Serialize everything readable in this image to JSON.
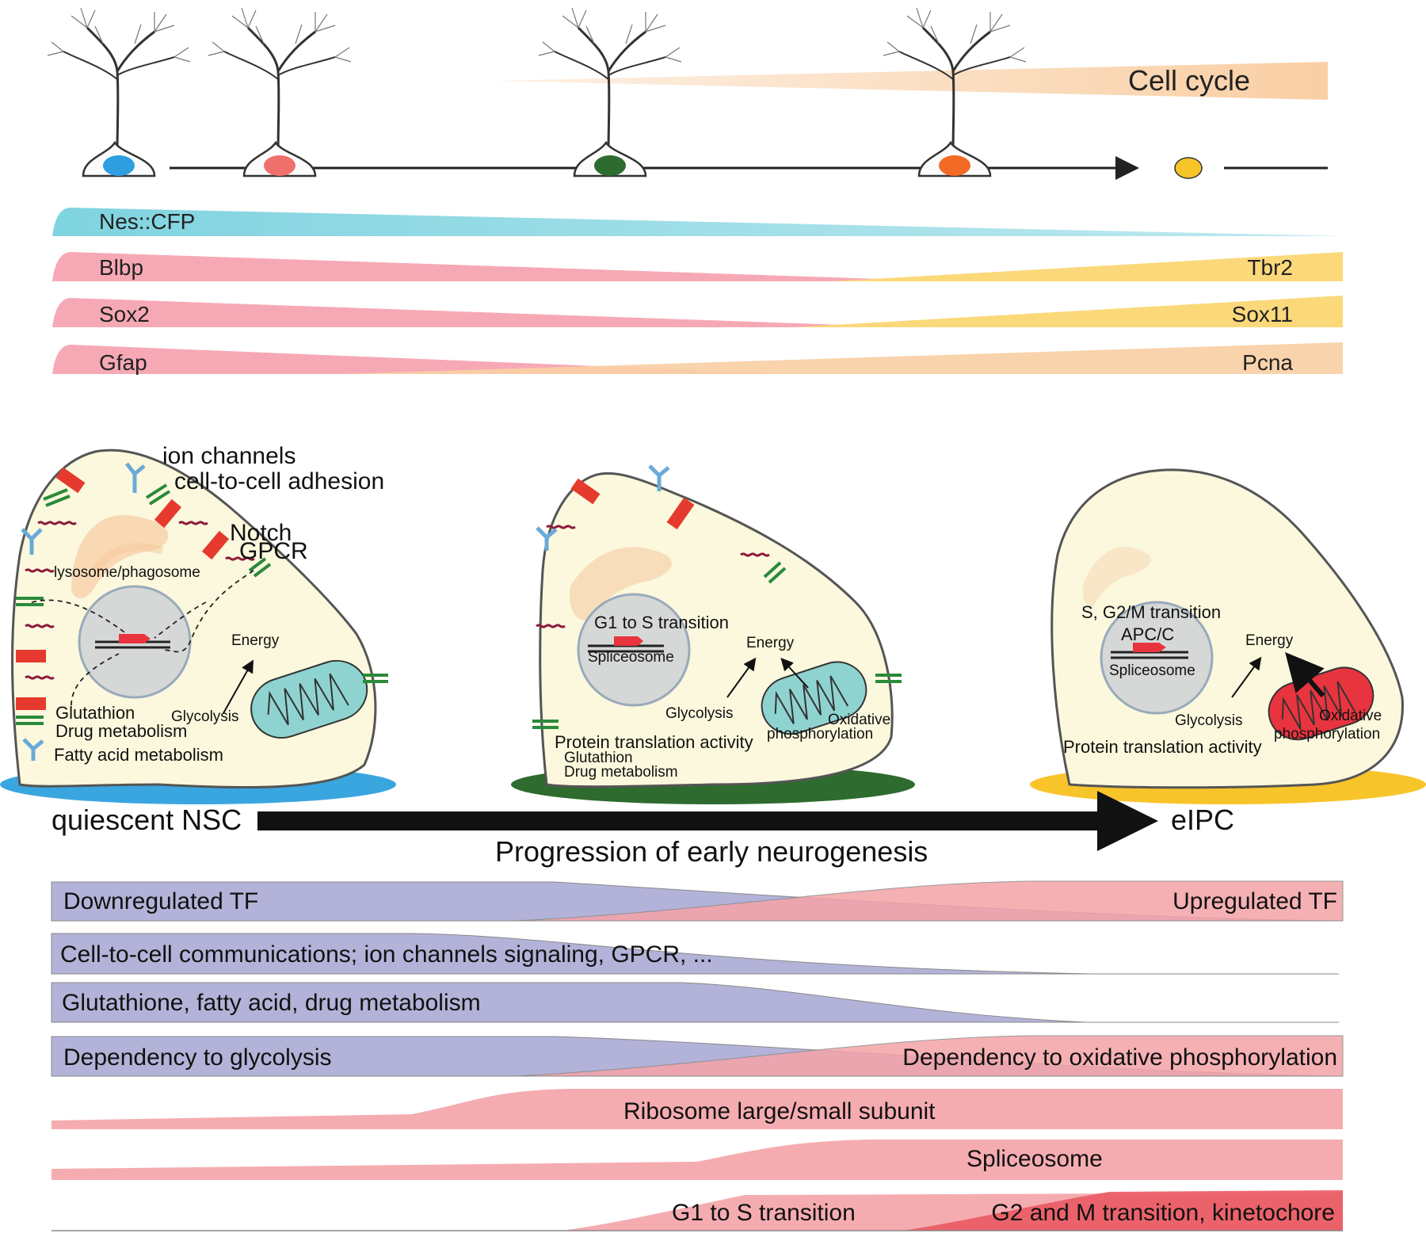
{
  "timeline": {
    "cell_cycle_label": "Cell cycle",
    "cell_colors": [
      "#2f9ee0",
      "#ef6f6c",
      "#2e6b2e",
      "#f26a23",
      "#f7c42a"
    ]
  },
  "marker_bands": {
    "nes": "Nes::CFP",
    "blbp": "Blbp",
    "tbr2": "Tbr2",
    "sox2": "Sox2",
    "sox11": "Sox11",
    "gfap": "Gfap",
    "pcna": "Pcna"
  },
  "cells": {
    "qnsc": {
      "ion_channels": "ion channels",
      "adhesion": "cell-to-cell adhesion",
      "notch": "Notch",
      "gpcr": "GPCR",
      "lysosome": "lysosome/phagosome",
      "energy": "Energy",
      "glycolysis": "Glycolysis",
      "glutathion": "Glutathion",
      "drug": "Drug metabolism",
      "fatty": "Fatty acid metabolism"
    },
    "mid": {
      "g1s": "G1 to S transition",
      "spliceosome": "Spliceosome",
      "energy": "Energy",
      "glycolysis": "Glycolysis",
      "oxidative": "Oxidative",
      "phosphorylation": "phosphorylation",
      "protein": "Protein translation activity",
      "glutathion": "Glutathion",
      "drug": "Drug metabolism"
    },
    "eipc": {
      "s_g2m": "S, G2/M transition",
      "apcc": "APC/C",
      "spliceosome": "Spliceosome",
      "energy": "Energy",
      "glycolysis": "Glycolysis",
      "oxidative": "Oxidative",
      "phosphorylation": "phosphorylation",
      "protein": "Protein translation activity"
    }
  },
  "progression": {
    "start": "quiescent NSC",
    "end": "eIPC",
    "caption": "Progression of early neurogenesis"
  },
  "trend_bands": {
    "down_tf": "Downregulated TF",
    "up_tf": "Upregulated TF",
    "communication": "Cell-to-cell communications; ion channels signaling, GPCR, ...",
    "metabolism": "Glutathione, fatty acid, drug metabolism",
    "glycolysis": "Dependency to glycolysis",
    "oxphos": "Dependency to oxidative phosphorylation",
    "ribosome": "Ribosome large/small subunit",
    "spliceosome": "Spliceosome",
    "g1s": "G1 to S transition",
    "g2m": "G2 and M transition, kinetochore"
  },
  "colors": {
    "nes": "#7fd3e0",
    "pink": "#f6a9b5",
    "yellow": "#fbd97a",
    "peach": "#f9cfa5",
    "lavender": "#b3b3d9",
    "rose": "#f4a3a8",
    "red": "#ea5a64",
    "cell_fill": "#fbf8dd",
    "nucleus": "#d5d8d6",
    "mito": "#8fd3d0",
    "mito_red": "#e8343f"
  }
}
